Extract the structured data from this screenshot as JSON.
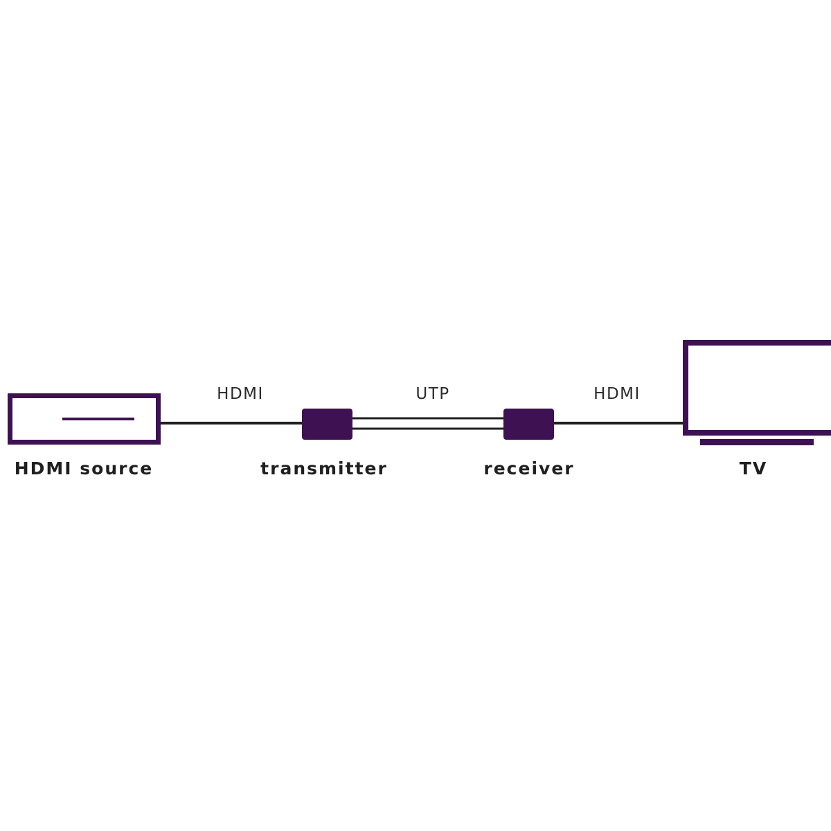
{
  "colors": {
    "device": "#3d1152",
    "cable": "#1f1f1f",
    "background": "#ffffff",
    "label": "#1f1f1f"
  },
  "devices": {
    "source": {
      "label": "HDMI source",
      "icon": "set-top-box-icon"
    },
    "transmitter": {
      "label": "transmitter",
      "icon": "transmitter-box-icon"
    },
    "receiver": {
      "label": "receiver",
      "icon": "receiver-box-icon"
    },
    "tv": {
      "label": "TV",
      "icon": "tv-icon"
    }
  },
  "cables": {
    "source_to_transmitter": {
      "label": "HDMI"
    },
    "transmitter_to_receiver": {
      "label": "UTP"
    },
    "receiver_to_tv": {
      "label": "HDMI"
    }
  }
}
